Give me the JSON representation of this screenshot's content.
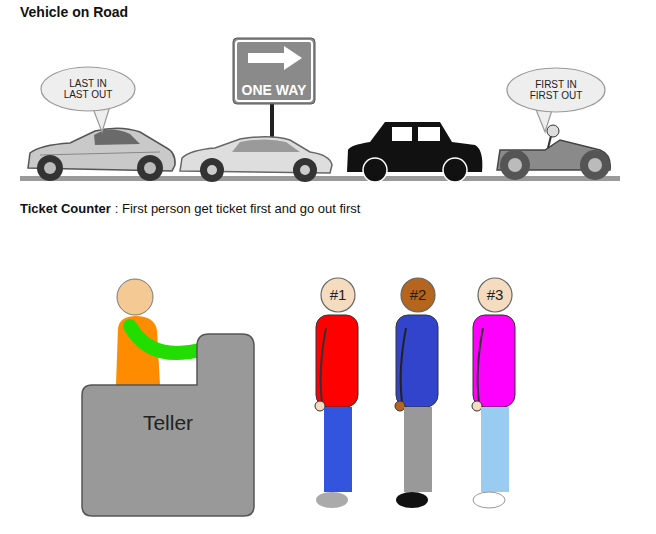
{
  "diagram": {
    "title": "Vehicle on Road",
    "nodes": [
      {
        "text": [
          "LAST IN LAST OUT"
        ]
      },
      {
        "text": [
          "ONE WAY"
        ]
      },
      {
        "text": [
          "FIRST IN FIRST OUT"
        ]
      },
      {
        "text": [
          "Teller"
        ]
      },
      {
        "text": [
          "#1"
        ]
      },
      {
        "text": [
          "#2"
        ]
      },
      {
        "text": [
          "#3"
        ]
      }
    ],
    "labels": [
      "Ticket Counter",
      ": First person get ticket first and go out first"
    ]
  }
}
